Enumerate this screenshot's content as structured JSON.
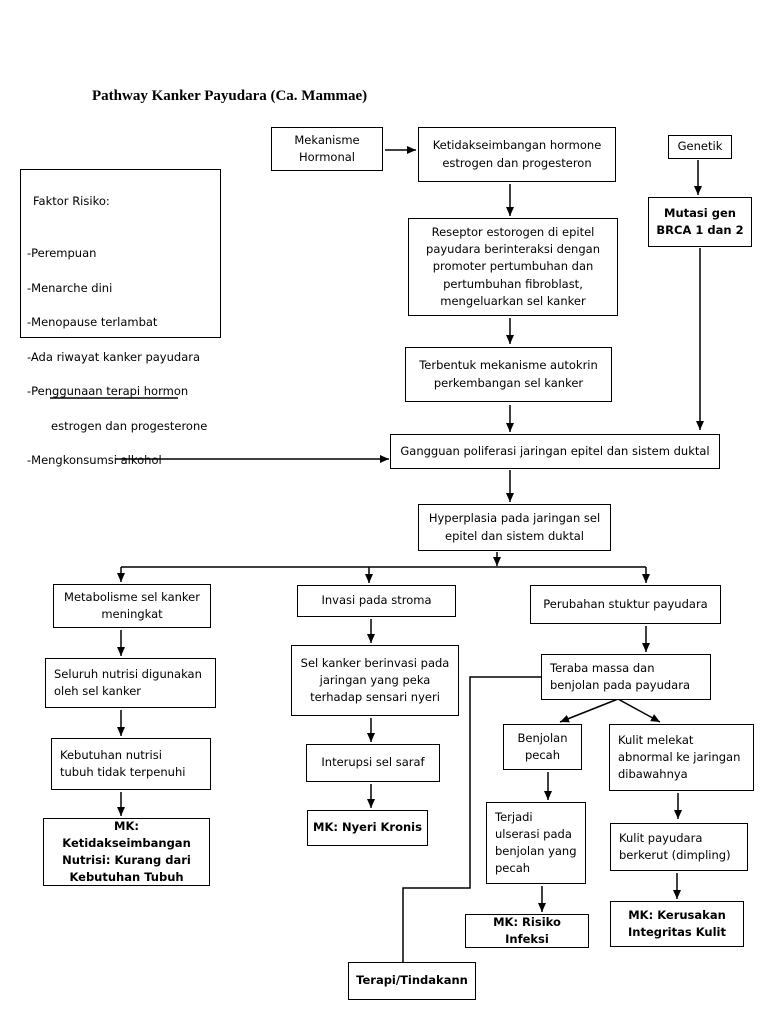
{
  "title": "Pathway Kanker Payudara (Ca. Mammae)",
  "risk_factors": {
    "heading": "Faktor Risiko:",
    "items": [
      "-Perempuan",
      "-Menarche dini",
      "-Menopause terlambat",
      "-Ada riwayat kanker payudara",
      "-Penggunaan terapi hormon",
      "estrogen dan progesterone",
      "-Mengkonsumsi alkohol"
    ]
  },
  "nodes": {
    "mekanisme_hormonal": "Mekanisme\nHormonal",
    "ketidakseimbangan_hormone": "Ketidakseimbangan hormone\nestrogen dan progesteron",
    "genetik": "Genetik",
    "mutasi_gen": "Mutasi gen\nBRCA 1 dan 2",
    "reseptor_estrogen": "Reseptor estorogen  di epitel\npayudara berinteraksi dengan\npromoter pertumbuhan  dan\npertumbuhan fibroblast,\nmengeluarkan sel kanker",
    "mekanisme_autokrin": "Terbentuk mekanisme autokrin\nperkembangan sel kanker",
    "gangguan_poliferasi": "Gangguan poliferasi jaringan epitel dan sistem duktal",
    "hyperplasia": "Hyperplasia pada jaringan sel\nepitel dan sistem duktal",
    "metabolisme": "Metabolisme sel kanker\nmeningkat",
    "nutrisi_digunakan": "Seluruh nutrisi digunakan\noleh sel kanker",
    "kebutuhan_nutrisi": "Kebutuhan nutrisi\ntubuh tidak terpenuhi",
    "mk_nutrisi": "MK: Ketidakseimbangan\nNutrisi: Kurang dari\nKebutuhan Tubuh",
    "invasi_stroma": "Invasi pada stroma",
    "sel_kanker_invasi": "Sel kanker berinvasi pada\njaringan yang peka\nterhadap sensari nyeri",
    "interupsi_saraf": "Interupsi sel saraf",
    "mk_nyeri": "MK: Nyeri Kronis",
    "perubahan_struktur": "Perubahan stuktur payudara",
    "teraba_massa": "Teraba massa dan\nbenjolan pada payudara",
    "benjolan_pecah": "Benjolan\npecah",
    "kulit_melekat": "Kulit melekat\nabnormal ke jaringan\ndibawahnya",
    "ulserasi": "Terjadi\nulserasi pada\nbenjolan yang\npecah",
    "kulit_berkerut": "Kulit payudara\nberkerut (dimpling)",
    "mk_infeksi": "MK: Risiko Infeksi",
    "mk_integritas": "MK: Kerusakan\nIntegritas Kulit",
    "terapi": "Terapi/Tindakann"
  },
  "colors": {
    "line": "#000000",
    "background": "#ffffff"
  }
}
